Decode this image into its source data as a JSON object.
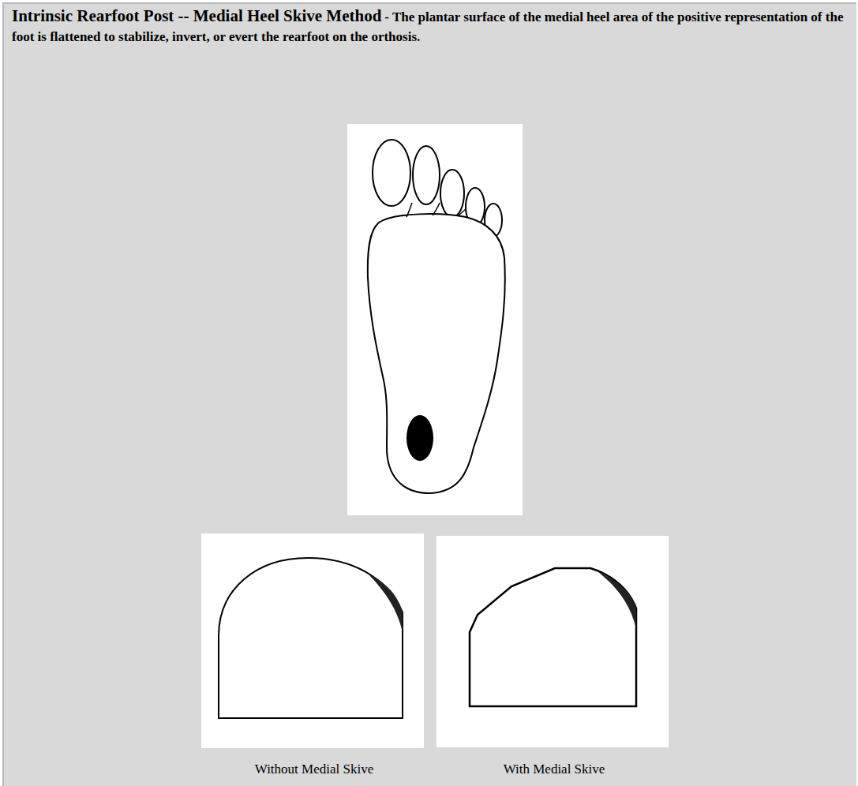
{
  "diagram": {
    "title": "Intrinsic Rearfoot Post --  Medial Heel Skive Method",
    "labels": [
      "- The plantar surface of the medial heel area of the positive representation of the foot is flattened to stabilize, invert, or evert the rearfoot on the orthosis.",
      "Without Medial Skive",
      "With Medial Skive"
    ]
  }
}
